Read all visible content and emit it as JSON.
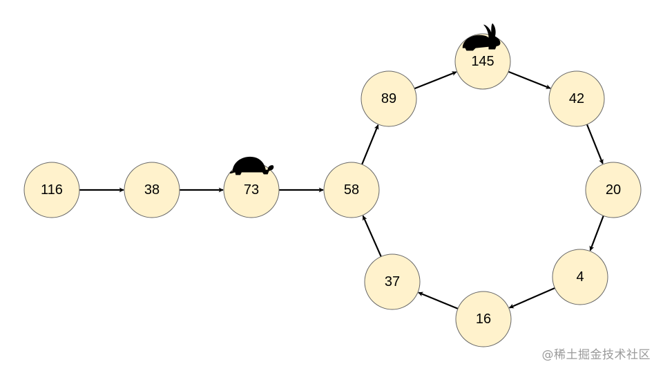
{
  "diagram": {
    "type": "linked-list-cycle",
    "nodes": [
      {
        "id": "n116",
        "label": "116"
      },
      {
        "id": "n38",
        "label": "38"
      },
      {
        "id": "n73",
        "label": "73",
        "marker": "tortoise-icon"
      },
      {
        "id": "n58",
        "label": "58"
      },
      {
        "id": "n89",
        "label": "89"
      },
      {
        "id": "n145",
        "label": "145",
        "marker": "rabbit-icon"
      },
      {
        "id": "n42",
        "label": "42"
      },
      {
        "id": "n20",
        "label": "20"
      },
      {
        "id": "n4",
        "label": "4"
      },
      {
        "id": "n16",
        "label": "16"
      },
      {
        "id": "n37",
        "label": "37"
      }
    ],
    "edges": [
      [
        "n116",
        "n38"
      ],
      [
        "n38",
        "n73"
      ],
      [
        "n73",
        "n58"
      ],
      [
        "n58",
        "n89"
      ],
      [
        "n89",
        "n145"
      ],
      [
        "n145",
        "n42"
      ],
      [
        "n42",
        "n20"
      ],
      [
        "n20",
        "n4"
      ],
      [
        "n4",
        "n16"
      ],
      [
        "n16",
        "n37"
      ],
      [
        "n37",
        "n58"
      ]
    ]
  },
  "colors": {
    "node_fill": "#fff2cc",
    "node_stroke": "#666666",
    "arrow": "#000000"
  },
  "watermark": "@稀土掘金技术社区"
}
